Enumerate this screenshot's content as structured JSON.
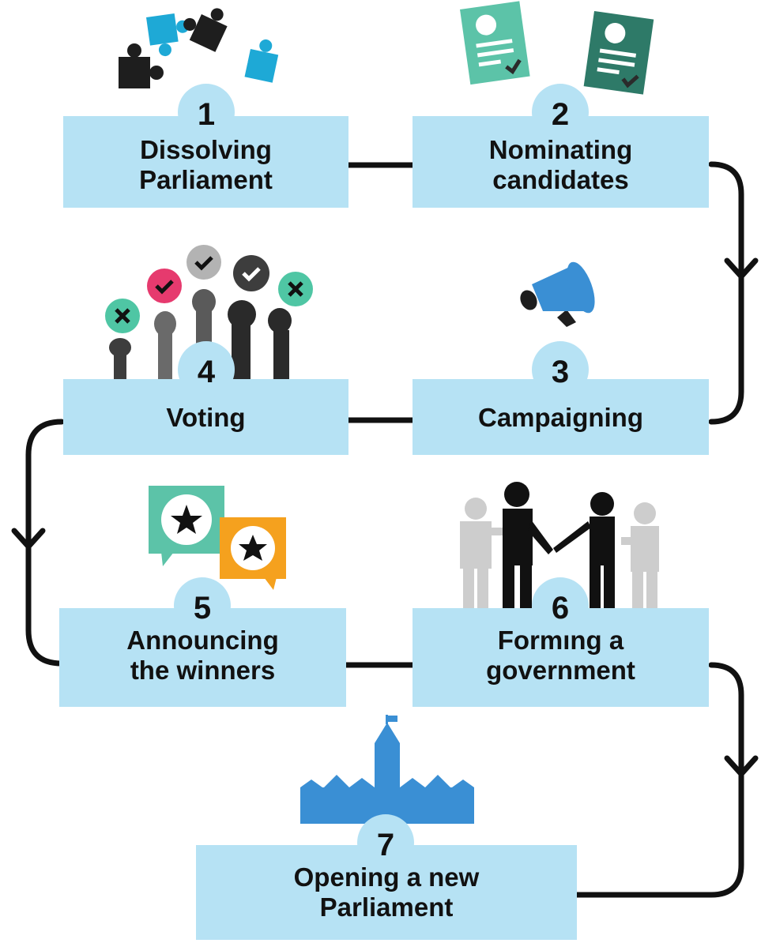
{
  "steps": [
    {
      "number": "1",
      "lines": [
        "Dissolving",
        "Parliament"
      ],
      "icon": "puzzle-pieces-icon"
    },
    {
      "number": "2",
      "lines": [
        "Nominating",
        "candidates"
      ],
      "icon": "nomination-documents-icon"
    },
    {
      "number": "3",
      "lines": [
        "Campaigning"
      ],
      "icon": "megaphone-icon"
    },
    {
      "number": "4",
      "lines": [
        "Voting"
      ],
      "icon": "raised-hands-voting-icon"
    },
    {
      "number": "5",
      "lines": [
        "Announcing",
        "the winners"
      ],
      "icon": "star-speech-bubbles-icon"
    },
    {
      "number": "6",
      "lines": [
        "Forming a",
        "government"
      ],
      "icon": "handshake-people-icon"
    },
    {
      "number": "7",
      "lines": [
        "Opening a new",
        "Parliament"
      ],
      "icon": "parliament-building-icon"
    }
  ],
  "colors": {
    "box": "#b6e2f4",
    "connector": "#111111",
    "puzzle_blue": "#1ea9d6",
    "doc_light": "#5cc3a8",
    "doc_dark": "#2e7a68",
    "megaphone": "#3a8fd4",
    "check_pink": "#e63a6e",
    "check_grey": "#b3b3b3",
    "check_dark": "#3d3d3d",
    "x_teal": "#4fc6a4",
    "bubble_green": "#5cc3a8",
    "bubble_orange": "#f5a11e",
    "people_grey": "#cdcdcd",
    "parliament_blue": "#3a8fd4"
  }
}
